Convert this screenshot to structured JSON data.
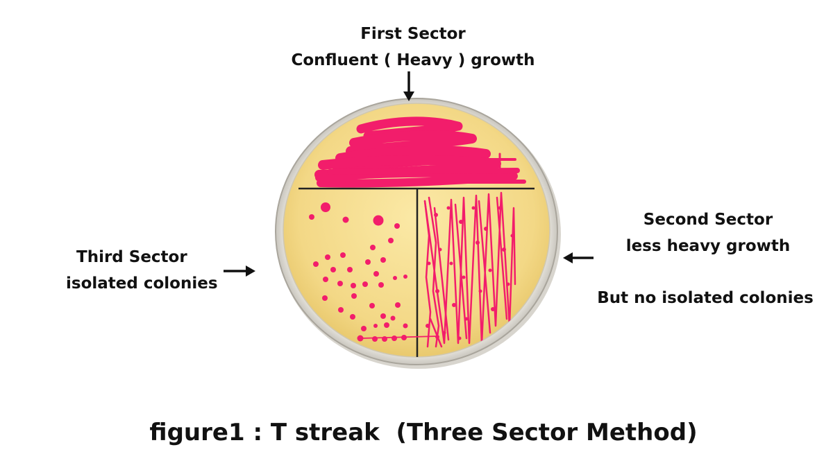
{
  "labels": {
    "first_line1": "First Sector",
    "first_line2": "Confluent ( Heavy ) growth",
    "second_line1": "Second  Sector",
    "second_line2": "less heavy  growth",
    "second_note": "But no isolated colonies",
    "third_line1": "Third  Sector",
    "third_line2": "isolated colonies"
  },
  "caption": "figure1 : T streak  (Three Sector Method)",
  "colors": {
    "streak": "#f21d6b",
    "agar": "#f5dc8c",
    "plate_rim": "#d9d6cf",
    "divider": "#222222"
  }
}
